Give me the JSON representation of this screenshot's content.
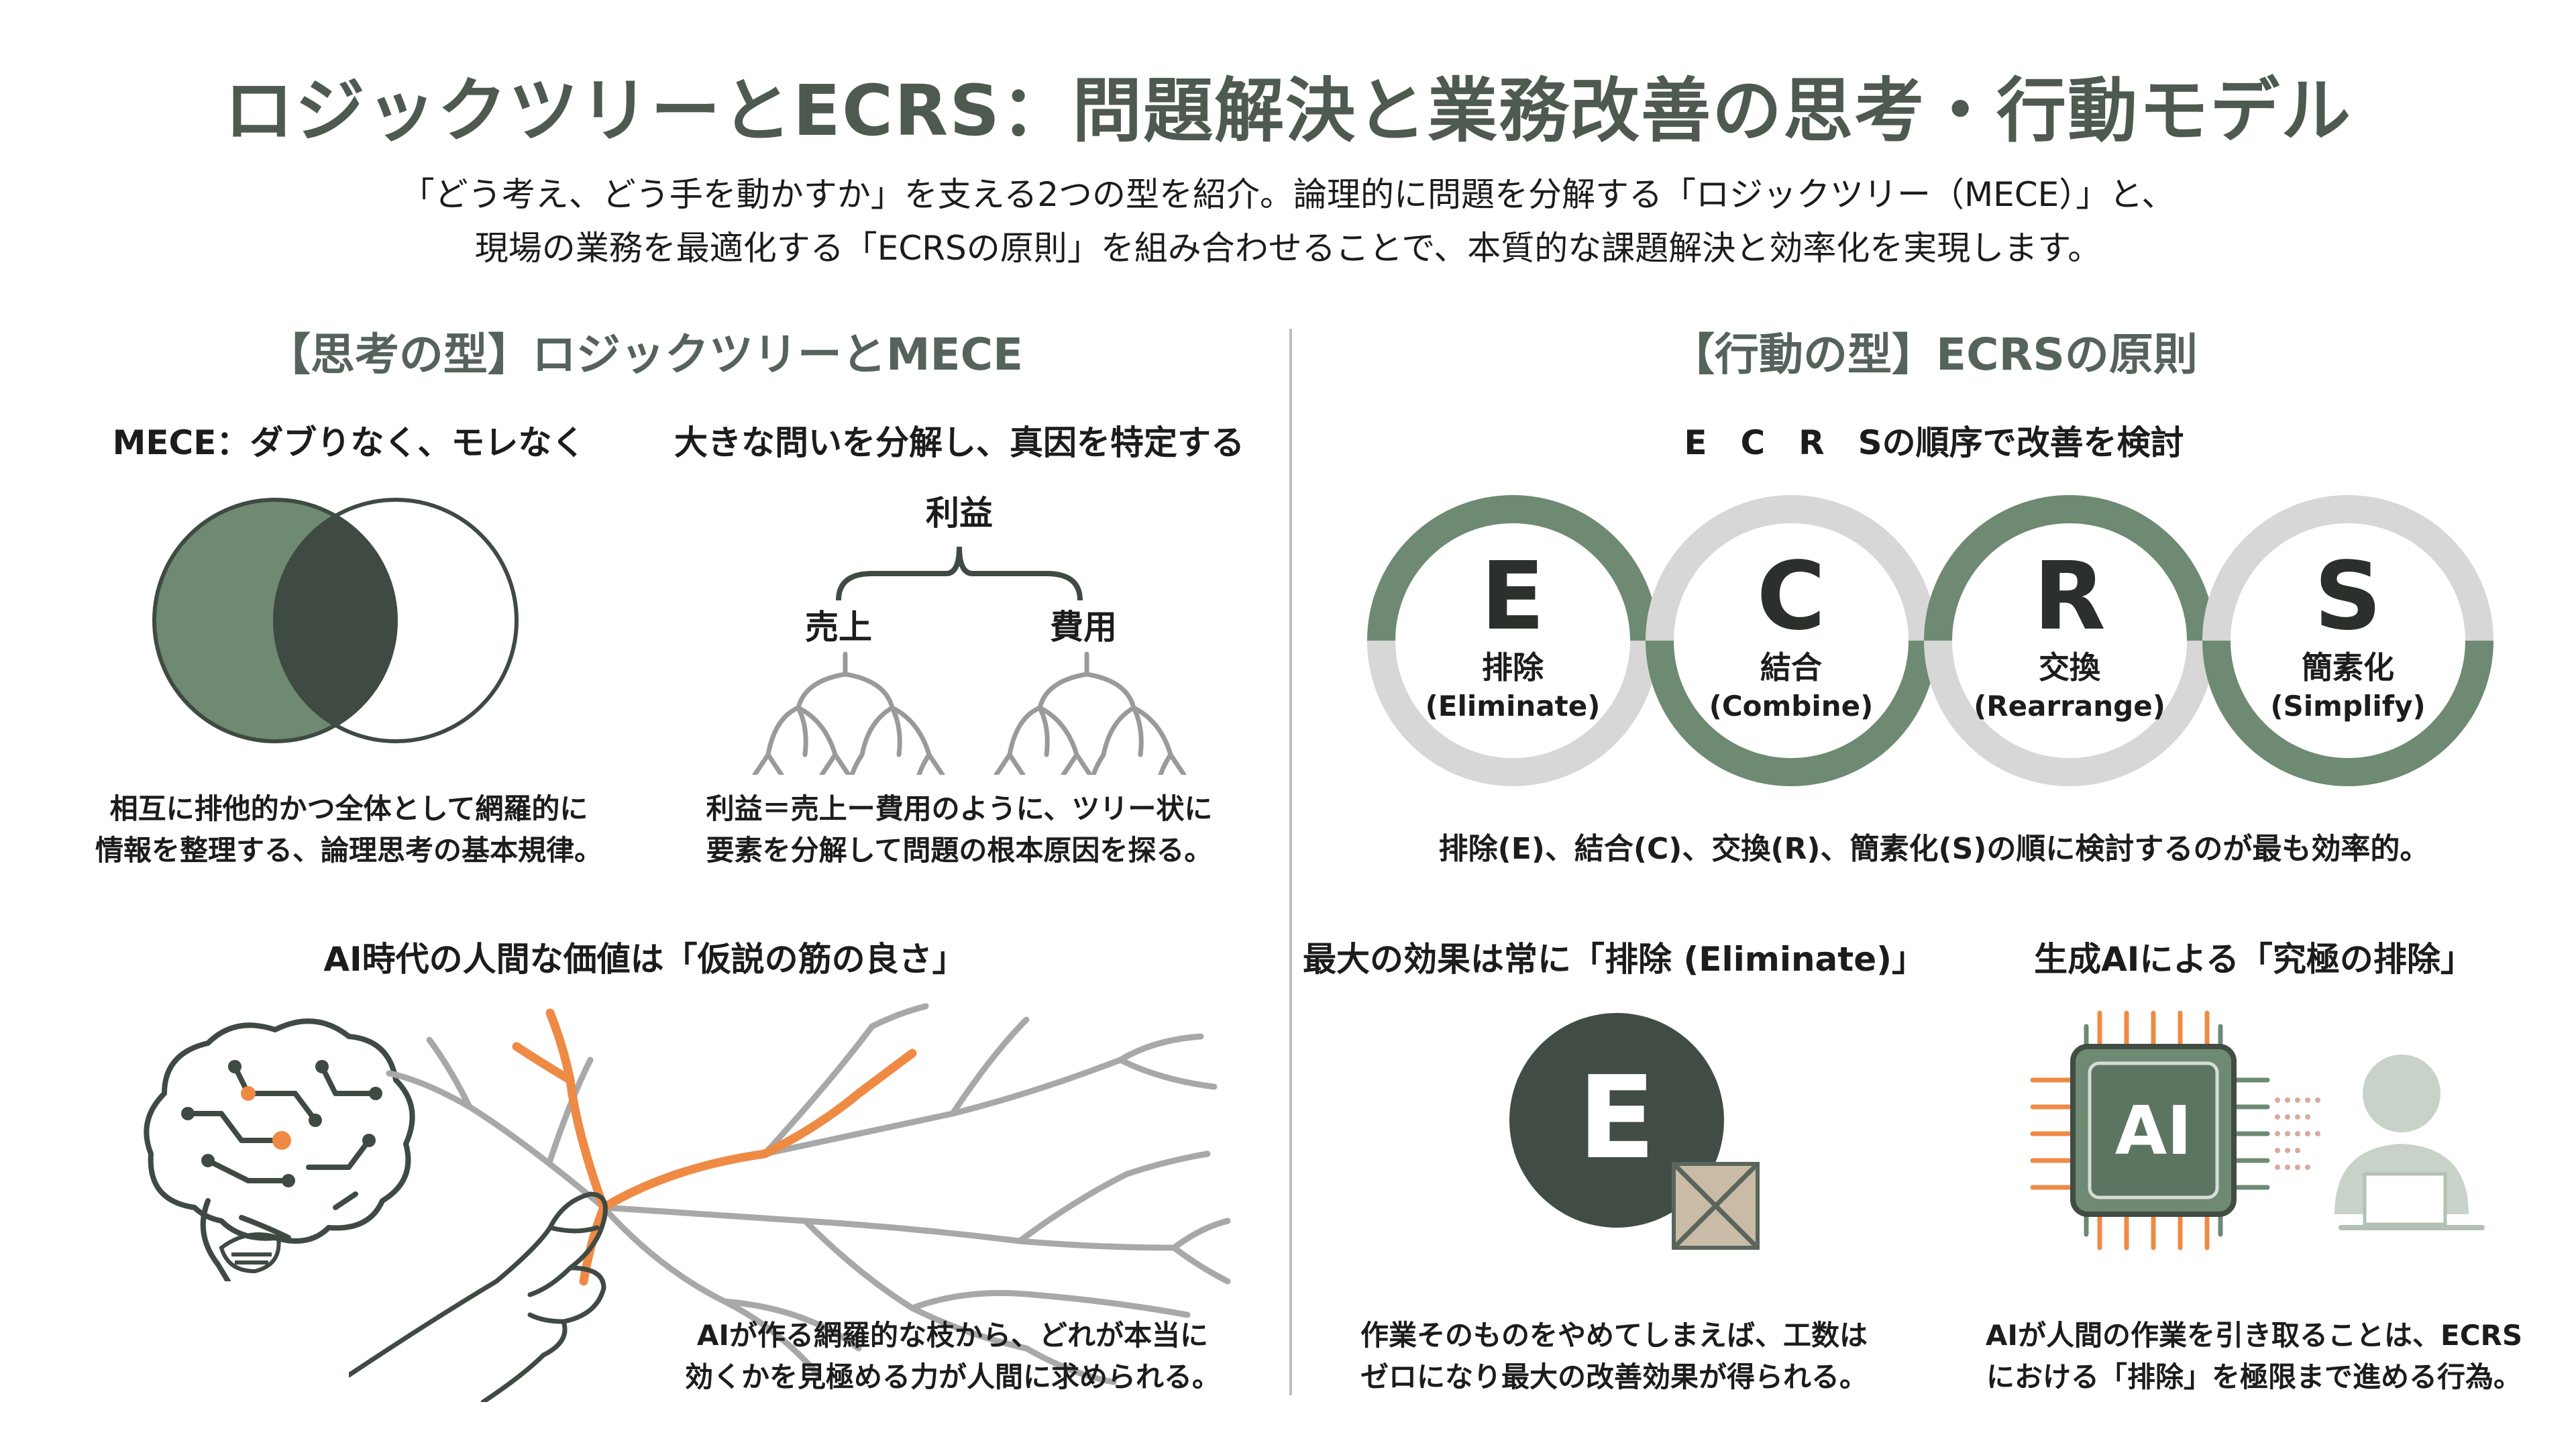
{
  "title": "ロジックツリーとECRS：問題解決と業務改善の思考・行動モデル",
  "subtitle_lines": [
    "「どう考え、どう手を動かすか」を支える2つの型を紹介。論理的に問題を分解する「ロジックツリー（MECE）」と、",
    "現場の業務を最適化する「ECRSの原則」を組み合わせることで、本質的な課題解決と効率化を実現します。"
  ],
  "left": {
    "section_title": "【思考の型】ロジックツリーとMECE",
    "mece": {
      "heading": "MECE：ダブりなく、モレなく",
      "desc_lines": [
        "相互に排他的かつ全体として網羅的に",
        "情報を整理する、論理思考の基本規律。"
      ]
    },
    "tree": {
      "heading": "大きな問いを分解し、真因を特定する",
      "root": "利益",
      "left_branch": "売上",
      "right_branch": "費用",
      "desc_lines": [
        "利益＝売上ー費用のように、ツリー状に",
        "要素を分解して問題の根本原因を探る。"
      ]
    },
    "ai_value": {
      "heading": "AI時代の人間な価値は「仮説の筋の良さ」",
      "desc_lines": [
        "AIが作る網羅的な枝から、どれが本当に",
        "効くかを見極める力が人間に求められる。"
      ]
    }
  },
  "right": {
    "section_title": "【行動の型】ECRSの原則",
    "order_heading": "E　C　R　Sの順序で改善を検討",
    "circles": [
      {
        "letter": "E",
        "name": "排除",
        "en": "(Eliminate)"
      },
      {
        "letter": "C",
        "name": "結合",
        "en": "(Combine)"
      },
      {
        "letter": "R",
        "name": "交換",
        "en": "(Rearrange)"
      },
      {
        "letter": "S",
        "name": "簡素化",
        "en": "(Simplify)"
      }
    ],
    "order_desc": "排除(E)、結合(C)、交換(R)、簡素化(S)の順に検討するのが最も効率的。",
    "eliminate": {
      "heading": "最大の効果は常に「排除 (Eliminate)」",
      "badge": "E",
      "desc_lines": [
        "作業そのものをやめてしまえば、工数は",
        "ゼロになり最大の改善効果が得られる。"
      ]
    },
    "genai": {
      "heading": "生成AIによる「究極の排除」",
      "chip_label": "AI",
      "desc_lines": [
        "AIが人間の作業を引き取ることは、ECRS",
        "における「排除」を極限まで進める行為。"
      ]
    }
  },
  "colors": {
    "accent_green": "#6e8a72",
    "dark_green": "#414c44",
    "light_gray": "#d7d7d7",
    "orange": "#ef8a45"
  }
}
